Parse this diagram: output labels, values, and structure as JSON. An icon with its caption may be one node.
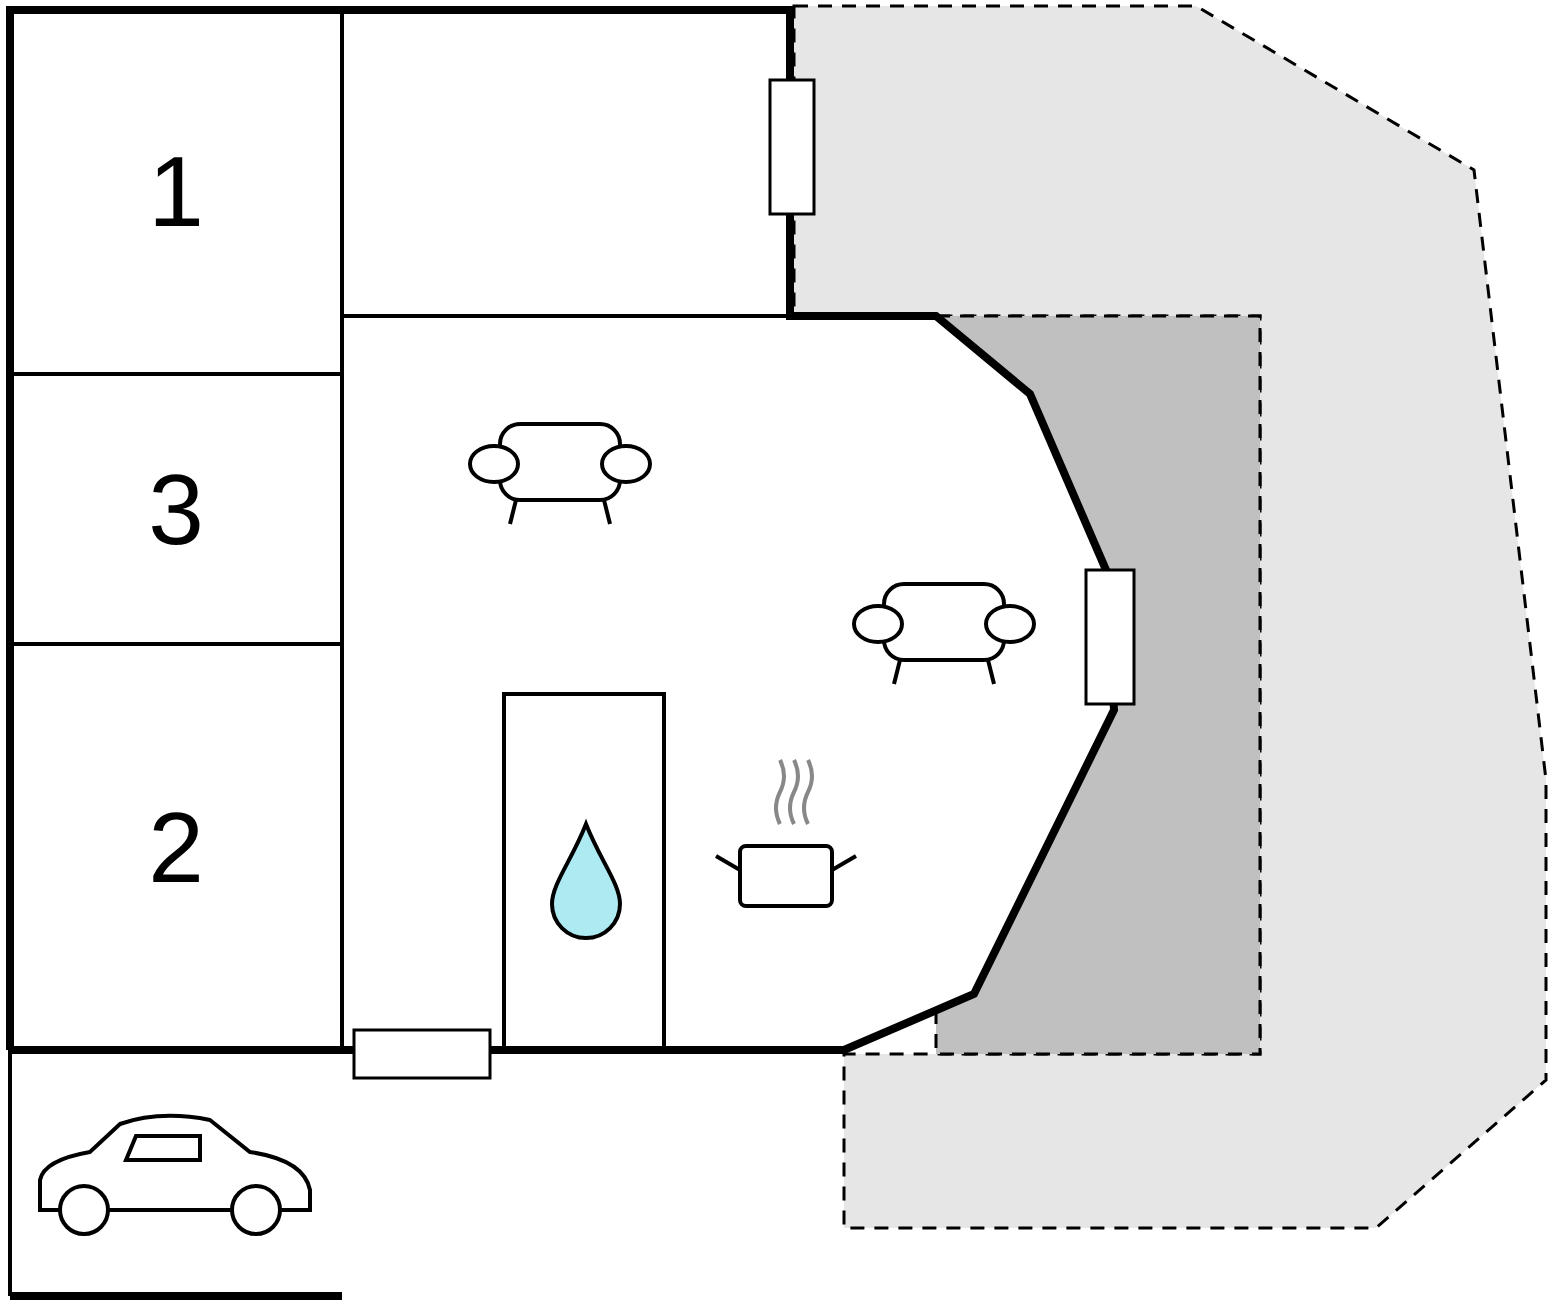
{
  "diagram": {
    "nodes": [
      {
        "text": [
          "1"
        ]
      },
      {
        "text": [
          "3"
        ]
      },
      {
        "text": [
          "2"
        ]
      }
    ]
  }
}
